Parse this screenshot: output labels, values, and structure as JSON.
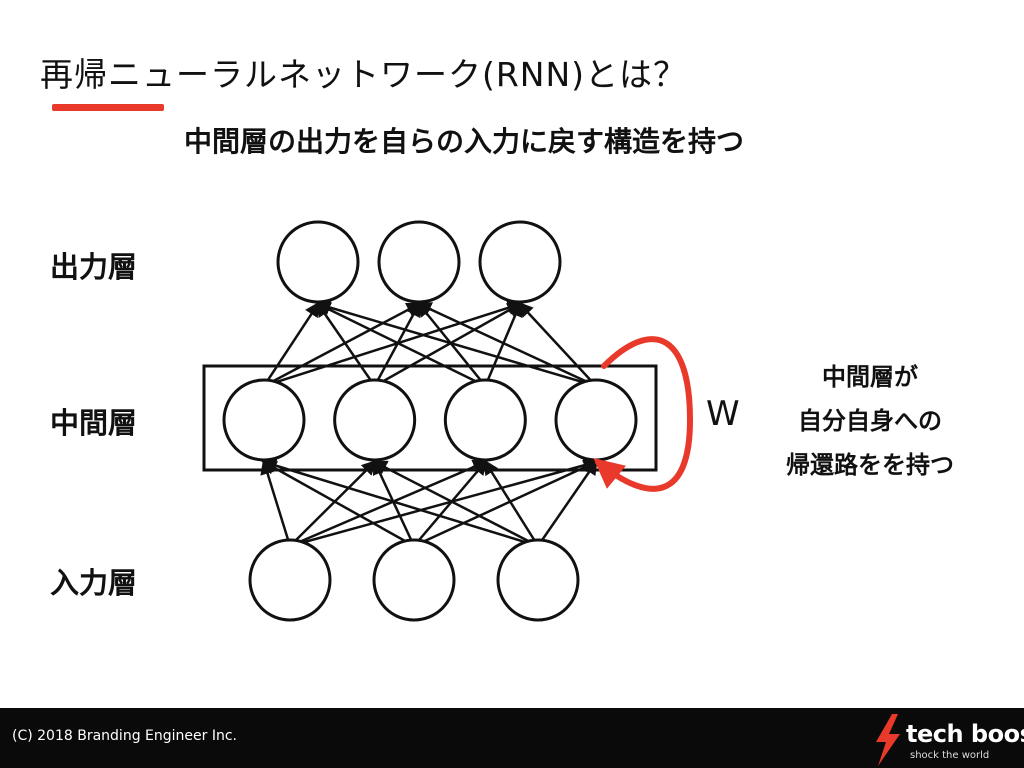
{
  "title": "再帰ニューラルネットワーク(RNN)とは？",
  "subtitle": "中間層の出力を自らの入力に戻す構造を持つ",
  "layers": {
    "output": "出力層",
    "hidden": "中間層",
    "input": "入力層"
  },
  "diagram": {
    "recurrent_weight_label": "W",
    "note_lines": [
      "中間層が",
      "自分自身への",
      "帰還路をを持つ"
    ],
    "output_nodes": 3,
    "hidden_nodes": 4,
    "input_nodes": 3
  },
  "footer": {
    "copyright": "(C) 2018 Branding Engineer Inc.",
    "logo_text": "tech boost",
    "logo_tagline": "shock the world"
  },
  "colors": {
    "accent": "#e8392b",
    "stroke": "#111111",
    "footer_bg": "#0a0a0a"
  }
}
